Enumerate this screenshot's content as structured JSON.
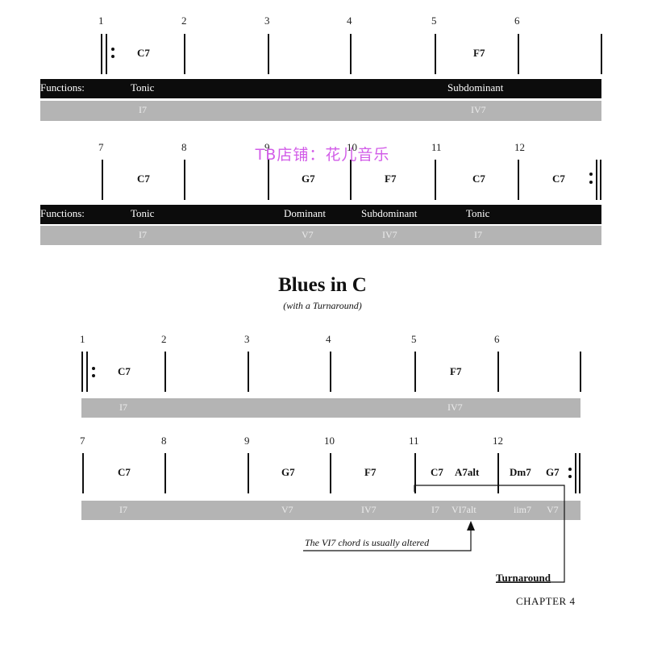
{
  "system1": {
    "measures": [
      "1",
      "2",
      "3",
      "4",
      "5",
      "6"
    ],
    "chords": [
      "C7",
      "F7"
    ],
    "functions_label": "Functions:",
    "functions": [
      "Tonic",
      "Subdominant"
    ],
    "romans": [
      "I7",
      "IV7"
    ]
  },
  "system2": {
    "measures": [
      "7",
      "8",
      "9",
      "10",
      "11",
      "12"
    ],
    "chords": [
      "C7",
      "G7",
      "F7",
      "C7",
      "C7"
    ],
    "functions_label": "Functions:",
    "functions": [
      "Tonic",
      "Dominant",
      "Subdominant",
      "Tonic"
    ],
    "romans": [
      "I7",
      "V7",
      "IV7",
      "I7"
    ]
  },
  "watermark": "TB店铺：花儿音乐",
  "title": "Blues in C",
  "subtitle": "(with a Turnaround)",
  "system3": {
    "measures": [
      "1",
      "2",
      "3",
      "4",
      "5",
      "6"
    ],
    "chords": [
      "C7",
      "F7"
    ],
    "romans": [
      "I7",
      "IV7"
    ]
  },
  "system4": {
    "measures": [
      "7",
      "8",
      "9",
      "10",
      "11",
      "12"
    ],
    "chords": [
      "C7",
      "G7",
      "F7",
      "C7",
      "A7alt",
      "Dm7",
      "G7"
    ],
    "romans": [
      "I7",
      "V7",
      "IV7",
      "I7",
      "VI7alt",
      "iim7",
      "V7"
    ]
  },
  "annotation": "The VI7 chord is usually altered",
  "turnaround_label": "Turnaround",
  "footer": "CHAPTER 4"
}
